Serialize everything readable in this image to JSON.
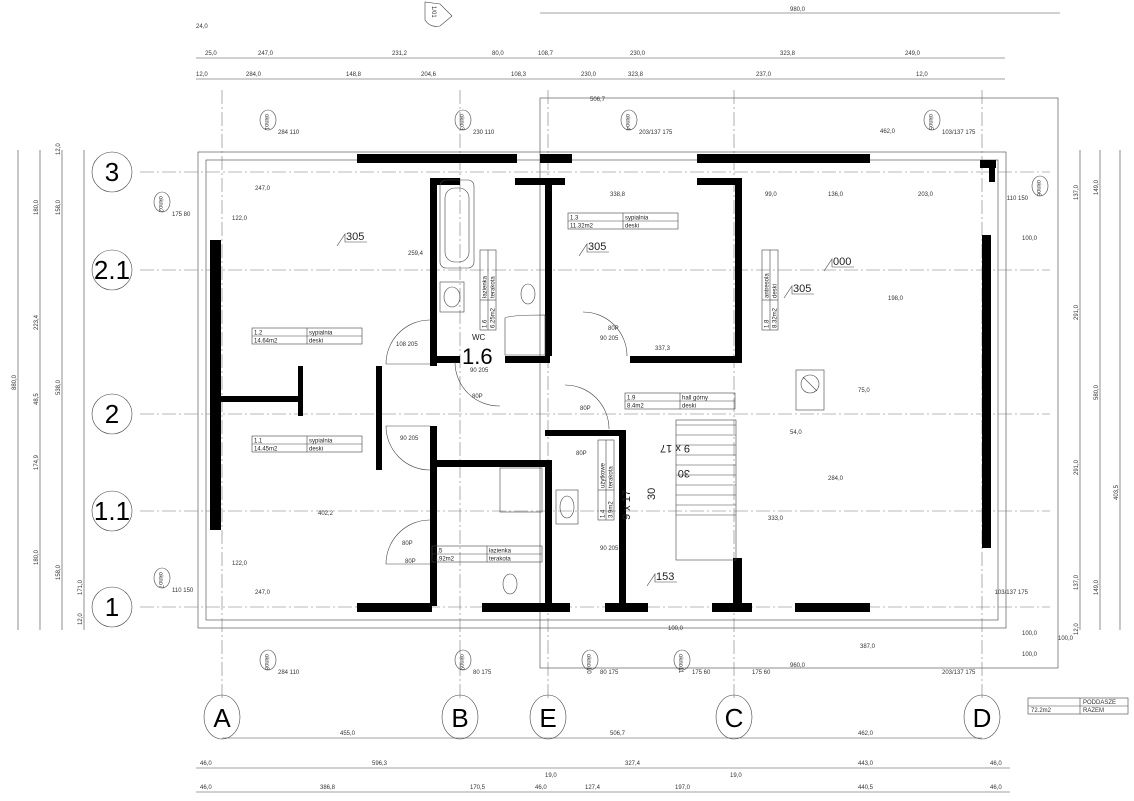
{
  "drawing": {
    "section_marker": "1/01",
    "top_left_dim": "24,0",
    "overall_dim_top": "980,0",
    "top_dims_row1": [
      "25,0",
      "247,0",
      "231,2",
      "80,0",
      "108,7",
      "230,0",
      "323,8",
      "249,0"
    ],
    "top_dims_row2": [
      "12,0",
      "284,0",
      "148,8",
      "204,6",
      "108,3",
      "230,0",
      "323,8",
      "237,0",
      "12,0"
    ],
    "inner_dim_top": "506,7",
    "inner_dim_right": "462,0",
    "bottom_axis_dims": [
      "455,0",
      "506,7",
      "462,0"
    ],
    "bottom_dims_row1": [
      "46,0",
      "596,3",
      "327,4",
      "443,0",
      "46,0"
    ],
    "bottom_dims_row1_sub": [
      "19,0",
      "19,0"
    ],
    "bottom_dims_row2": [
      "46,0",
      "386,8",
      "170,5",
      "46,0",
      "127,4",
      "197,0",
      "440,5",
      "46,0"
    ],
    "bottom_inner_dims": [
      "387,0",
      "960,0",
      "100,0"
    ],
    "left_dims": [
      "180,0",
      "223,4",
      "48,5",
      "174,9",
      "180,0",
      "880,0",
      "158,0",
      "538,0",
      "158,0",
      "12,0",
      "171,0",
      "12,0"
    ],
    "right_dims": [
      "137,0",
      "149,0",
      "291,0",
      "580,0",
      "291,0",
      "403,5",
      "137,0",
      "149,0",
      "12,0",
      "100,0"
    ],
    "row_axes": [
      "3",
      "2.1",
      "2",
      "1.1",
      "1"
    ],
    "column_axes": [
      "A",
      "B",
      "E",
      "C",
      "D"
    ],
    "windows": [
      "okno1",
      "okno2",
      "okno3",
      "okno4",
      "okno5",
      "okno6",
      "okno7",
      "okno8",
      "okno9",
      "okno10",
      "okno11"
    ],
    "window_dims": [
      "284\n110",
      "175\n80",
      "230\n110",
      "203/137\n175",
      "103/137\n175",
      "110\n150",
      "110\n150",
      "284\n110",
      "80\n175",
      "80\n175",
      "175\n60",
      "175\n60",
      "203/137\n175",
      "103/137\n175"
    ],
    "level_marks": [
      "305",
      "305",
      "305",
      "000",
      "153"
    ],
    "big_label": "1.6",
    "wc_label": "WC",
    "doors": [
      "108\n205",
      "90\n205",
      "90\n205",
      "80P",
      "90\n205",
      "80P",
      "80P",
      "80P",
      "80P",
      "90\n205",
      "80P"
    ],
    "stairs": [
      "9 x 17",
      "30",
      "9 x 17",
      "30"
    ],
    "interior_dims": [
      "247,0",
      "122,0",
      "338,8",
      "337,3",
      "99,0",
      "136,0",
      "203,0",
      "100,0",
      "402,2",
      "247,0",
      "122,0",
      "259,4",
      "100,0",
      "54,0",
      "75,0",
      "198,0",
      "284,0",
      "333,0",
      "100,0"
    ]
  },
  "rooms": [
    {
      "id": "1.2",
      "name": "sypialnia",
      "area": "14.64m2",
      "floor": "deski"
    },
    {
      "id": "1.1",
      "name": "sypialnia",
      "area": "14.45m2",
      "floor": "deski"
    },
    {
      "id": "1.3",
      "name": "sypialnia",
      "area": "11.32m2",
      "floor": "deski"
    },
    {
      "id": "1.6",
      "name": "łazienka",
      "area": "6.25m2",
      "floor": "terakota"
    },
    {
      "id": "1.8",
      "name": "antresola",
      "area": "8.32m2",
      "floor": "deski"
    },
    {
      "id": "1.9",
      "name": "hall górny",
      "area": "8.4m2",
      "floor": "deski"
    },
    {
      "id": "1.4",
      "name": "użytkowe",
      "area": "3.9m2",
      "floor": "terakota"
    },
    {
      "id": "1.5",
      "name": "łazienka",
      "area": "4.92m2",
      "floor": "terakota"
    }
  ],
  "summary_table": {
    "header": "PODDASZE",
    "area": "72.2m2",
    "label": "RAZEM"
  }
}
